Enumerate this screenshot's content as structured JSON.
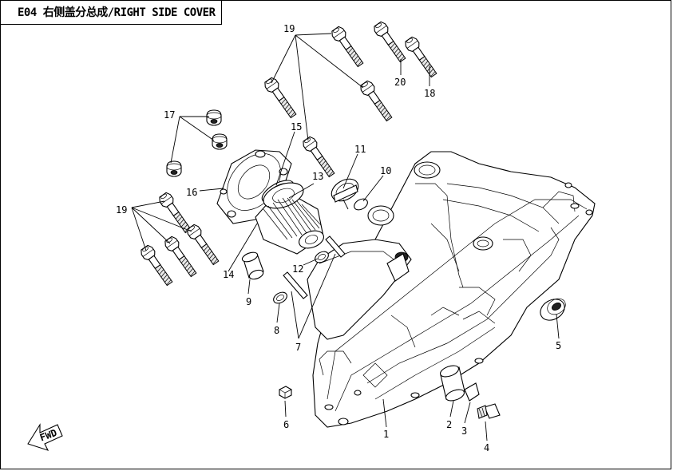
{
  "diagram": {
    "title": "E04  右侧盖分总成/RIGHT SIDE COVER",
    "fwd_label": "FWD"
  },
  "callouts": [
    {
      "id": "c19a",
      "label": "19"
    },
    {
      "id": "c20",
      "label": "20"
    },
    {
      "id": "c18",
      "label": "18"
    },
    {
      "id": "c17",
      "label": "17"
    },
    {
      "id": "c15",
      "label": "15"
    },
    {
      "id": "c11",
      "label": "11"
    },
    {
      "id": "c10",
      "label": "10"
    },
    {
      "id": "c13",
      "label": "13"
    },
    {
      "id": "c16",
      "label": "16"
    },
    {
      "id": "c19b",
      "label": "19"
    },
    {
      "id": "c14",
      "label": "14"
    },
    {
      "id": "c12",
      "label": "12"
    },
    {
      "id": "c9",
      "label": "9"
    },
    {
      "id": "c8",
      "label": "8"
    },
    {
      "id": "c7",
      "label": "7"
    },
    {
      "id": "c5",
      "label": "5"
    },
    {
      "id": "c6",
      "label": "6"
    },
    {
      "id": "c1",
      "label": "1"
    },
    {
      "id": "c2",
      "label": "2"
    },
    {
      "id": "c3",
      "label": "3"
    },
    {
      "id": "c4",
      "label": "4"
    }
  ]
}
